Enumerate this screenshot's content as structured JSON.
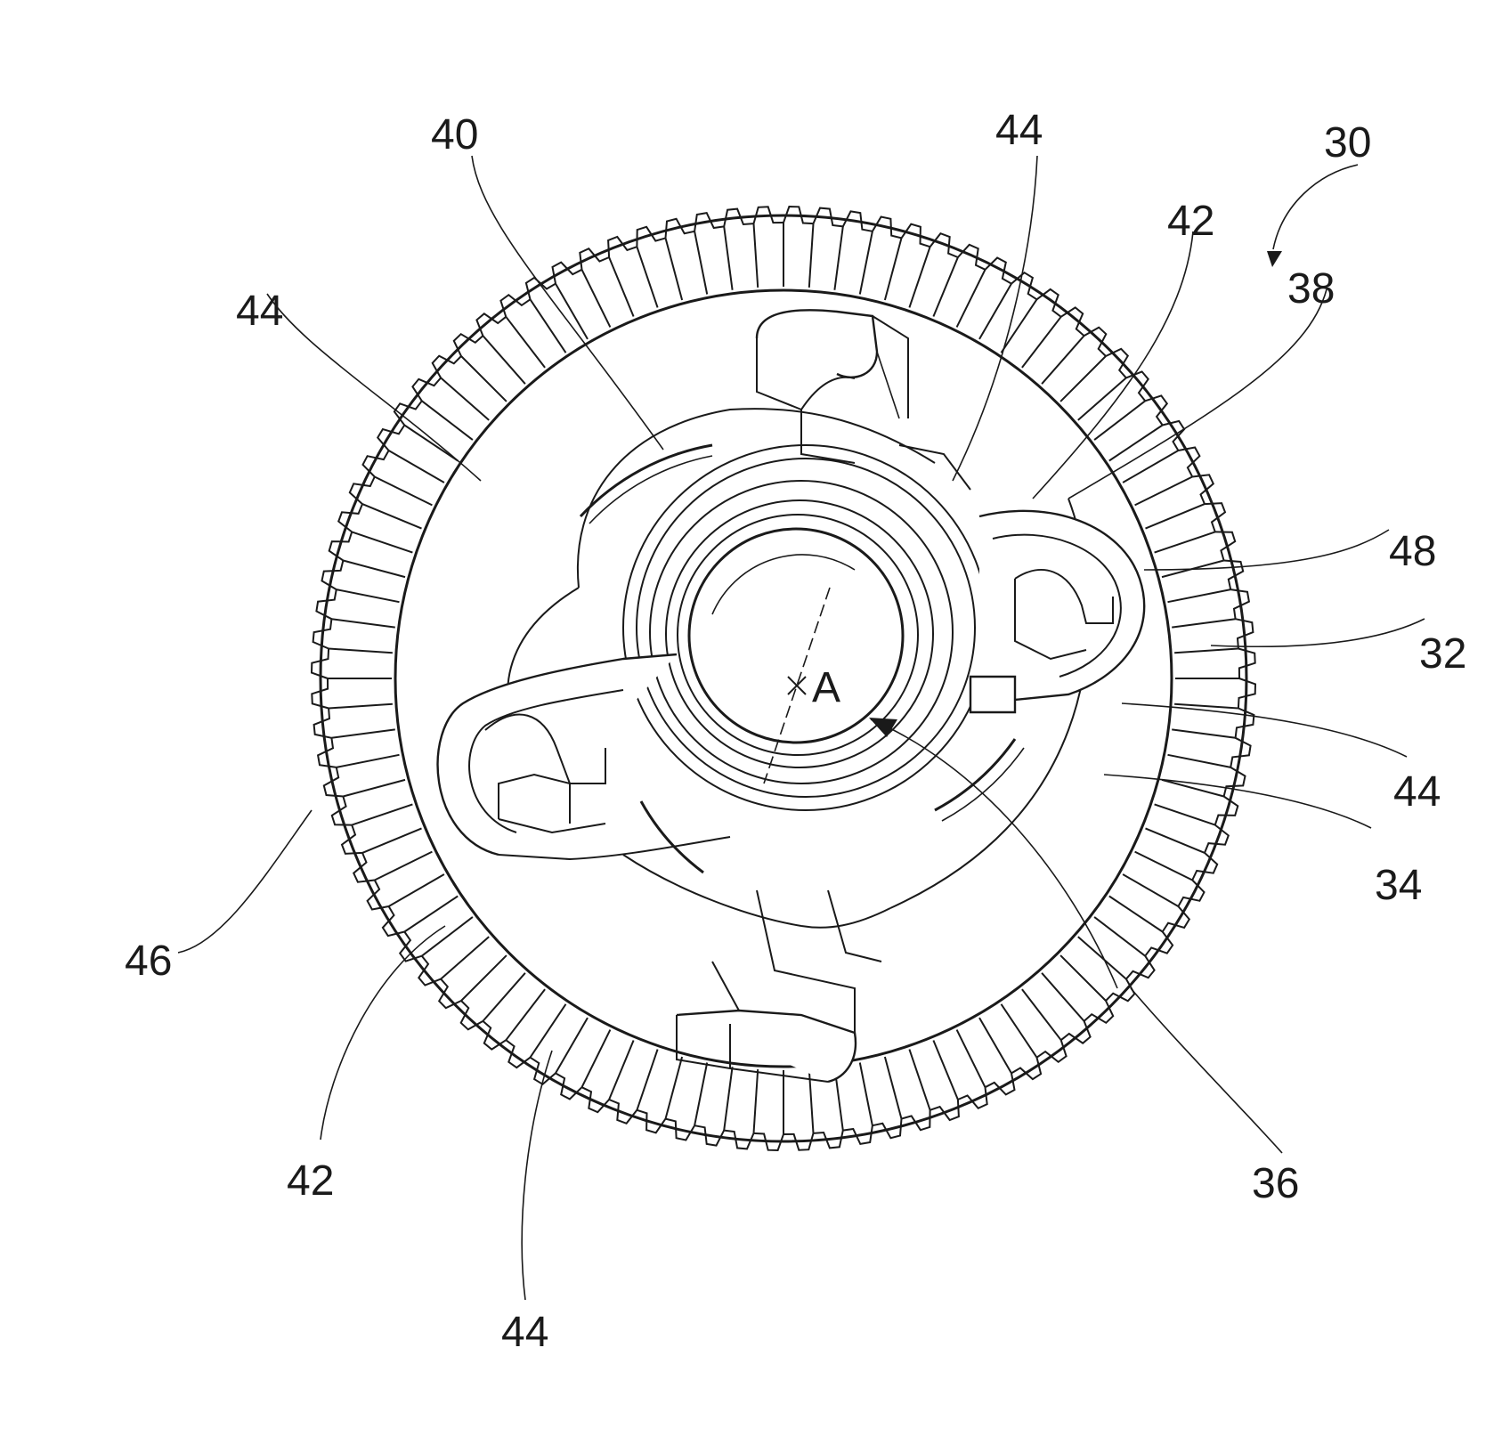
{
  "figure": {
    "ref_labels": [
      "30",
      "40",
      "44",
      "42",
      "38",
      "44",
      "48",
      "32",
      "44",
      "34",
      "46",
      "42",
      "44",
      "36"
    ],
    "axis_label": "A",
    "gear_tooth_count": 96
  },
  "colors": {
    "ink": "#1a1a1a",
    "paper": "#ffffff"
  }
}
